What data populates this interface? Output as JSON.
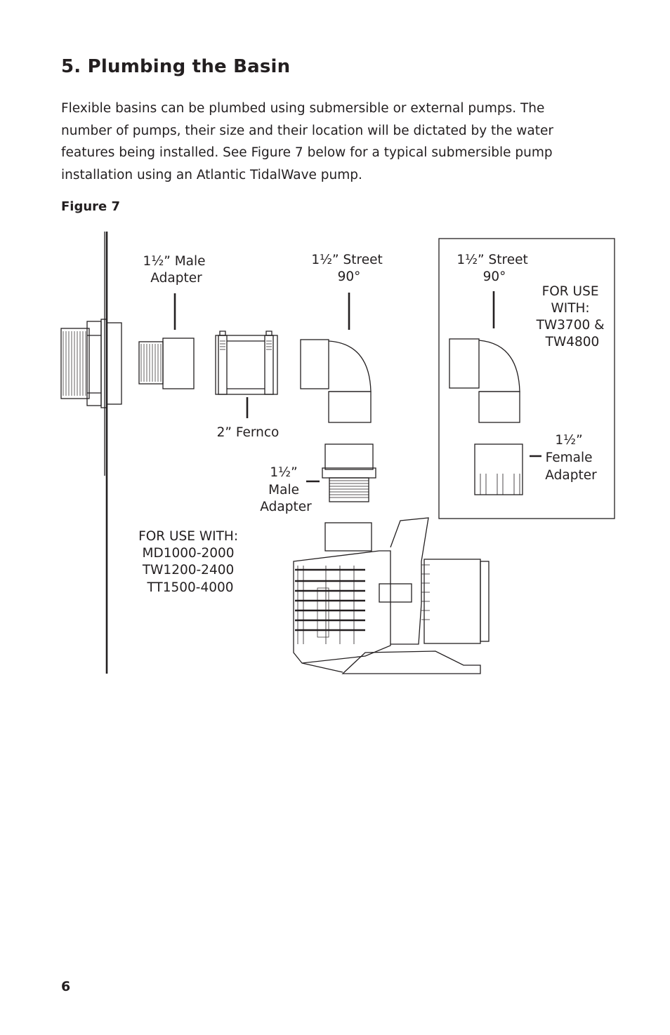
{
  "heading": "5. Plumbing the Basin",
  "intro": "Flexible basins can be plumbed using submersible or external pumps. The number of pumps, their size and their location will be dictated by the water features being installed. See Figure 7 below for a typical submersible pump installation using an Atlantic TidalWave pump.",
  "figure_label": "Figure 7",
  "labels": {
    "male_adapter_top": [
      "1½” Male",
      "Adapter"
    ],
    "street_90_left": [
      "1½” Street",
      "90°"
    ],
    "street_90_right": [
      "1½” Street",
      "90°"
    ],
    "for_use_with_large": [
      "FOR USE",
      "WITH:",
      "TW3700 &",
      "TW4800"
    ],
    "fernco": "2” Fernco",
    "female_adapter": [
      "1½”",
      "Female",
      "Adapter"
    ],
    "male_adapter_lower": [
      "1½”",
      "Male",
      "Adapter"
    ],
    "for_use_with_small": [
      "FOR USE WITH:",
      "MD1000-2000",
      "TW1200-2400",
      "TT1500-4000"
    ]
  },
  "page_number": "6"
}
